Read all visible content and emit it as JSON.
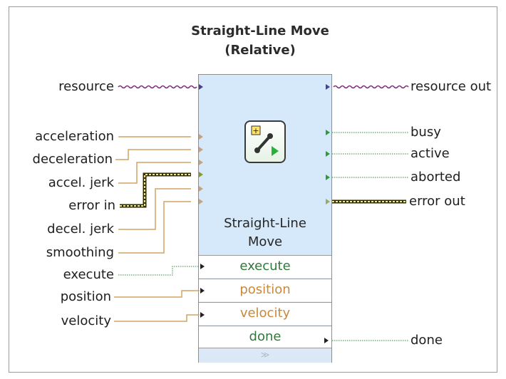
{
  "title": {
    "line1": "Straight-Line Move",
    "line2": "(Relative)"
  },
  "inputs": {
    "resource": "resource",
    "acceleration": "acceleration",
    "deceleration": "deceleration",
    "accel_jerk": "accel. jerk",
    "error_in": "error in",
    "decel_jerk": "decel. jerk",
    "smoothing": "smoothing",
    "execute": "execute",
    "position": "position",
    "velocity": "velocity"
  },
  "outputs": {
    "resource_out": "resource out",
    "busy": "busy",
    "active": "active",
    "aborted": "aborted",
    "error_out": "error out",
    "done": "done"
  },
  "node": {
    "name_line1": "Straight-Line",
    "name_line2": "Move",
    "icon": "straight-line-move-icon",
    "expand_glyph": "≫",
    "rows": {
      "execute": "execute",
      "position": "position",
      "velocity": "velocity",
      "done": "done"
    }
  },
  "colors": {
    "resource_wire": "#7b2b7f",
    "numeric_wire": "#d2a266",
    "boolean_wire": "#2e8b3e",
    "error_wire_dark": "#3a3a00",
    "error_wire_light": "#f0e68c",
    "terminal_tab": "#2d9a3c"
  }
}
